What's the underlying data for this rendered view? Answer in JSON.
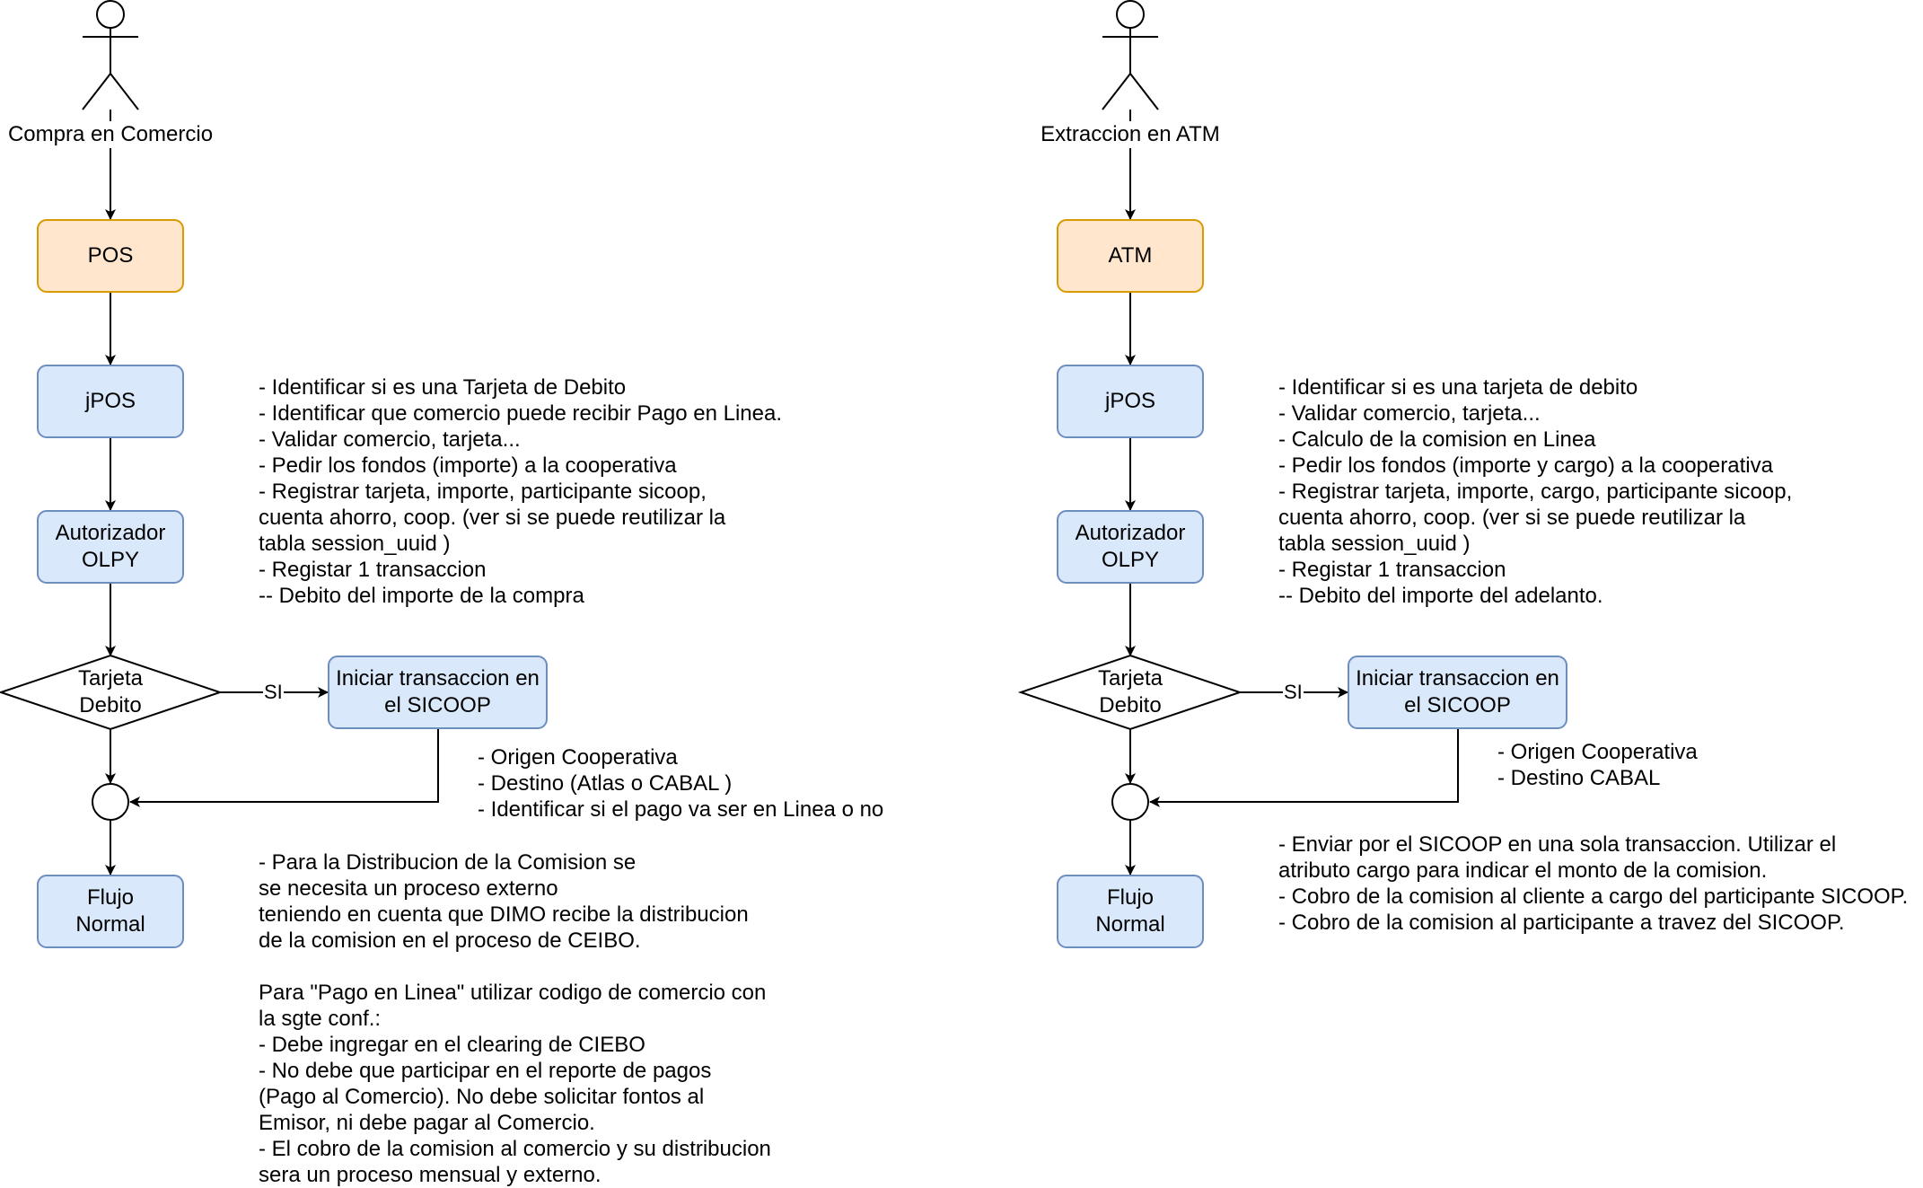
{
  "left": {
    "actor": "Compra en Comercio",
    "device": "POS",
    "jpos": "jPOS",
    "autorizador": "Autorizador\nOLPY",
    "decision": "Tarjeta\nDebito",
    "edge_label": "SI",
    "iniciar": "Iniciar transaccion en\nel SICOOP",
    "flujo": "Flujo\nNormal",
    "note_jpos": "- Identificar si es una Tarjeta de Debito\n- Identificar que comercio puede recibir Pago en Linea.\n- Validar comercio, tarjeta...\n- Pedir los fondos (importe) a la cooperativa\n- Registrar tarjeta, importe, participante sicoop,\ncuenta ahorro, coop. (ver si se puede reutilizar la\ntabla session_uuid )\n- Registar 1 transaccion\n-- Debito del importe de la compra",
    "note_sicoop": "- Origen Cooperativa\n- Destino (Atlas o CABAL )\n- Identificar si el pago va ser en Linea o no",
    "note_flujo": "- Para la Distribucion de la Comision se\nse necesita un proceso externo\nteniendo en cuenta que DIMO recibe la distribucion\nde la comision en el proceso de CEIBO.\n\nPara \"Pago en Linea\" utilizar codigo de comercio con\nla sgte conf.:\n- Debe ingregar en el clearing de CIEBO\n- No debe que participar en el reporte de pagos\n(Pago al Comercio). No debe solicitar fontos al\nEmisor, ni debe pagar al Comercio.\n- El cobro de la comision al comercio y su distribucion\nsera un proceso mensual  y externo."
  },
  "right": {
    "actor": "Extraccion en ATM",
    "device": "ATM",
    "jpos": "jPOS",
    "autorizador": "Autorizador\nOLPY",
    "decision": "Tarjeta\nDebito",
    "edge_label": "SI",
    "iniciar": "Iniciar transaccion en\nel SICOOP",
    "flujo": "Flujo\nNormal",
    "note_jpos": "- Identificar si es una tarjeta de debito\n- Validar comercio, tarjeta...\n- Calculo de la comision en Linea\n- Pedir los fondos (importe y cargo) a la cooperativa\n- Registrar tarjeta, importe, cargo, participante sicoop,\ncuenta ahorro, coop. (ver si se puede reutilizar la\ntabla session_uuid )\n- Registar 1 transaccion\n-- Debito del importe del adelanto.",
    "note_sicoop": "- Origen Cooperativa\n- Destino CABAL",
    "note_flujo": "- Enviar por el SICOOP en una sola transaccion. Utilizar el\natributo cargo para indicar el monto de la comision.\n- Cobro de la comision al cliente a cargo del participante SICOOP.\n- Cobro de la comision al participante a travez del SICOOP."
  },
  "colors": {
    "device_fill": "#ffe6cc",
    "device_stroke": "#d79b00",
    "process_fill": "#dae8fc",
    "process_stroke": "#6c8ebf"
  }
}
